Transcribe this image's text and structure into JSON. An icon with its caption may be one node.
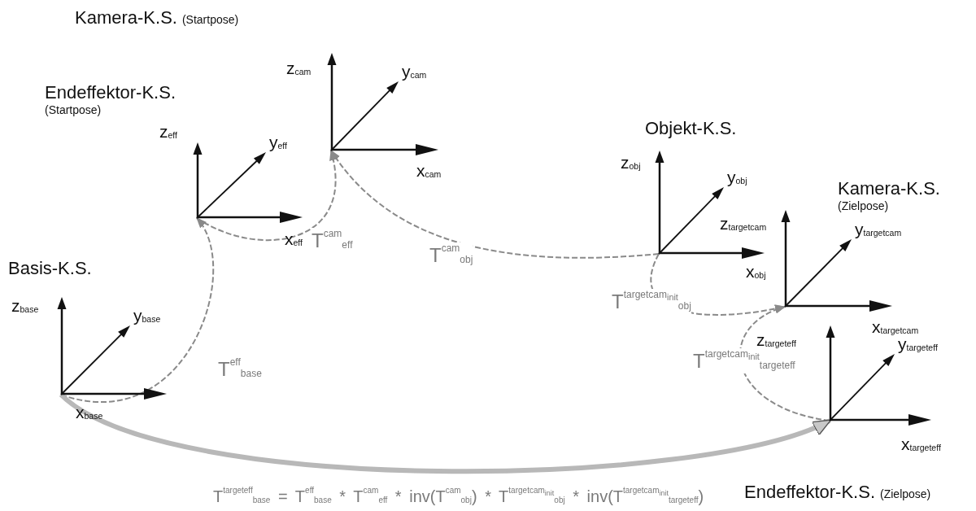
{
  "diagram": {
    "nodes": [
      {
        "text": [
          "y$_{cam}$"
        ],
        "beside": [
          "Kamera-K.S.",
          "(Startpose)",
          "z$_{cam}$",
          "x$_{cam}$"
        ]
      },
      {
        "text": [
          "y$_{eff}$"
        ],
        "beside": [
          "Endeffektor-K.S.",
          "(Startpose)",
          "z$_{eff}$",
          "x$_{eff}$"
        ]
      },
      {
        "text": [
          "y$_{obj}$"
        ],
        "beside": [
          "Objekt-K.S.",
          "z$_{obj}$",
          "x$_{obj}$"
        ]
      },
      {
        "text": [
          "y$_{targetcam}$"
        ],
        "beside": [
          "Kamera-K.S.",
          "(Zielpose)"
        ]
      },
      {
        "text": [
          "y$_{base}$"
        ],
        "beside": [
          "Basis-K.S.",
          "z$_{base}$",
          "x$_{base}$"
        ]
      },
      {
        "text": [
          "y$_{targeteff}$"
        ],
        "beside": [
          "Endeffektor-K.S.",
          "(Zielpose)",
          "z$_{targeteff}$",
          "x$_{targeteff}$"
        ]
      }
    ],
    "edges": [
      {
        "from": 4,
        "to": 1,
        "arrow": "to",
        "style": "dashed",
        "label": "T$^{eff}$$_{base}$"
      },
      {
        "from": 1,
        "to": 0,
        "arrow": "to",
        "style": "dashed",
        "label": "T$^{cam}$$_{eff}$"
      },
      {
        "from": 2,
        "to": 0,
        "arrow": "to",
        "style": "dashed",
        "label": "T$^{cam}$$_{obj}$"
      },
      {
        "from": 2,
        "to": 3,
        "arrow": "to",
        "style": "dashed",
        "label": "T$^{targetcam}$$^{init}$$_{obj}$"
      },
      {
        "from": 5,
        "to": 3,
        "arrow": "to",
        "style": "dashed",
        "label": "T$^{targetcam}$$^{init}$$_{targeteff}$"
      },
      {
        "from": 4,
        "to": 5,
        "arrow": "to",
        "style": "thick"
      }
    ],
    "labels": [
      "z$_{targetcam}$",
      "x$_{targetcam}$",
      "T$^{targeteff}$$_{base}$ = T$^{eff}$$_{base}$ * T$^{cam}$$_{eff}$ * inv(T$^{cam}$$_{obj}$) * T$^{targetcam}$$^{init}$$_{obj}$ * inv(T$^{targetcam}$$^{init}$$_{targeteff}$)"
    ]
  }
}
